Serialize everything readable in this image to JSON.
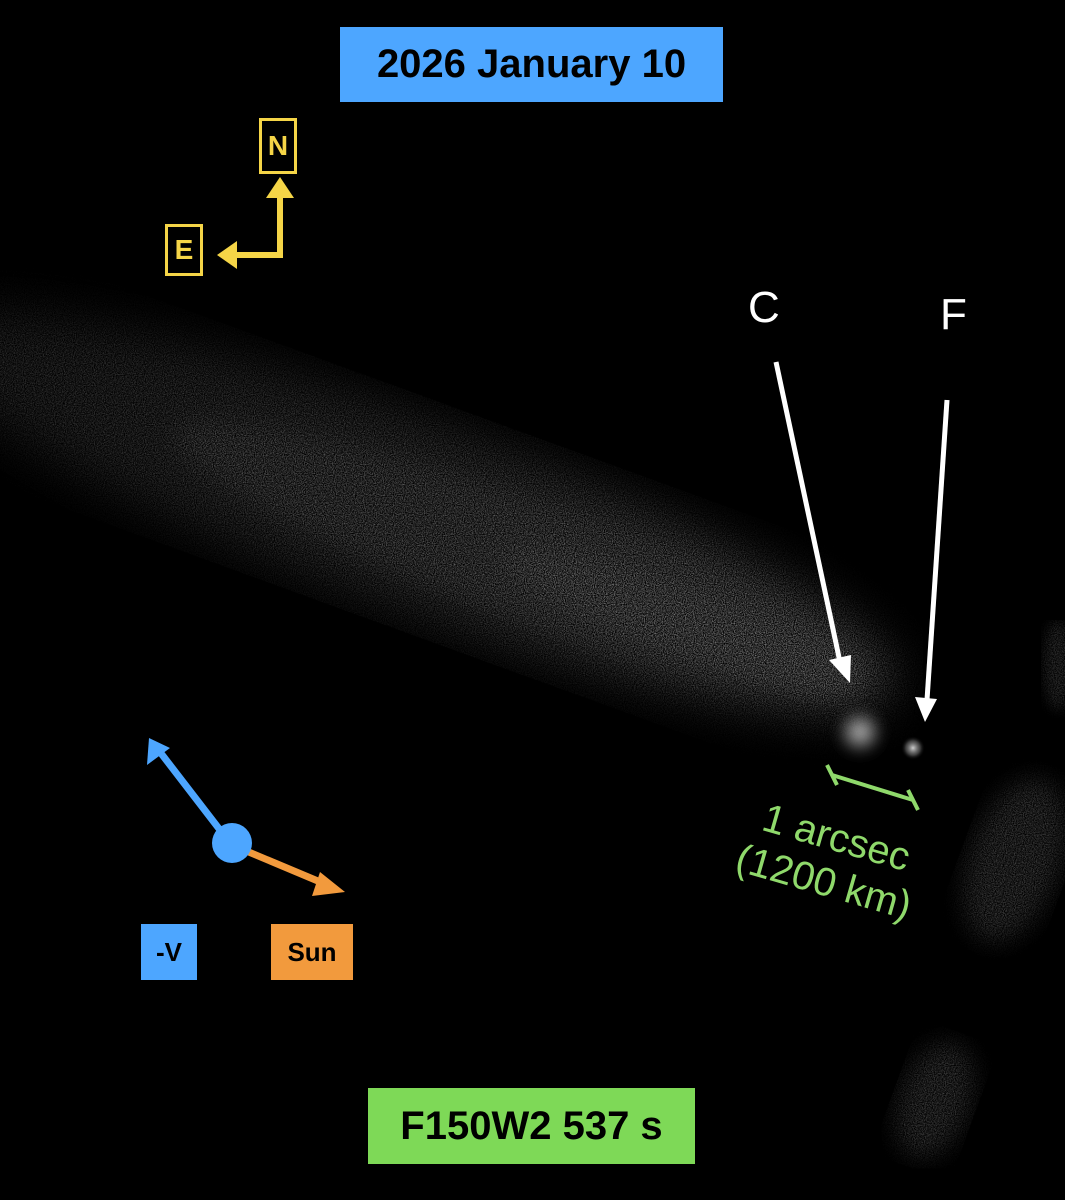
{
  "title": "2026 January 10",
  "filter_label": "F150W2 537 s",
  "fragments": {
    "c": "C",
    "f": "F"
  },
  "scale_bar": {
    "line1": "1 arcsec",
    "line2": "(1200 km)"
  },
  "compass": {
    "north": "N",
    "east": "E"
  },
  "vectors": {
    "velocity": "-V",
    "sun": "Sun"
  },
  "colors": {
    "date_box": "#4da6ff",
    "filter_box": "#7ed957",
    "compass": "#f5d547",
    "scale_bar": "#8fd96b",
    "velocity_arrow": "#4da6ff",
    "sun_arrow": "#f29a3d",
    "fragment_arrows": "#ffffff"
  }
}
